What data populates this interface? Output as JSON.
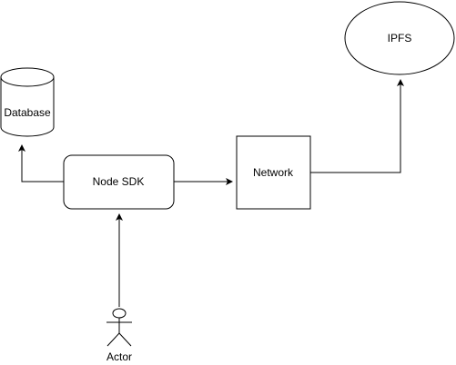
{
  "diagram": {
    "nodes": {
      "database": {
        "label": "Database",
        "shape": "cylinder"
      },
      "node_sdk": {
        "label": "Node SDK",
        "shape": "rounded-rectangle"
      },
      "network": {
        "label": "Network",
        "shape": "rectangle"
      },
      "ipfs": {
        "label": "IPFS",
        "shape": "ellipse"
      },
      "actor": {
        "label": "Actor",
        "shape": "stick-figure"
      }
    },
    "edges": [
      {
        "from": "Node SDK",
        "to": "Database"
      },
      {
        "from": "Node SDK",
        "to": "Network"
      },
      {
        "from": "Network",
        "to": "IPFS"
      },
      {
        "from": "Actor",
        "to": "Node SDK"
      }
    ],
    "colors": {
      "stroke": "#000000",
      "fill": "#ffffff",
      "text": "#000000"
    }
  }
}
